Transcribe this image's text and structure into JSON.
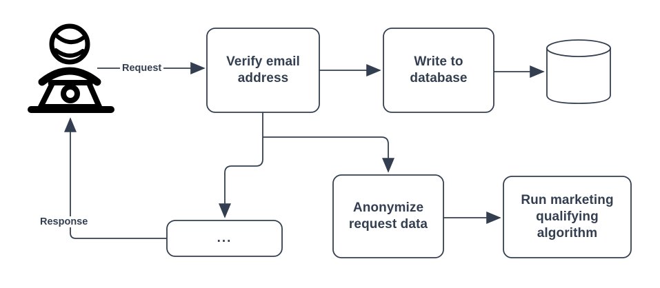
{
  "diagram": {
    "type": "flowchart",
    "background_color": "#ffffff",
    "stroke_color": "#333f50",
    "text_color": "#333f50",
    "actor_color": "#000000",
    "nodes": [
      {
        "id": "user",
        "name": "user-actor",
        "shape": "actor-at-laptop-icon",
        "label": ""
      },
      {
        "id": "verify",
        "name": "verify-email-address-node",
        "shape": "rounded-rectangle",
        "label": "Verify email\naddress"
      },
      {
        "id": "write",
        "name": "write-to-database-node",
        "shape": "rounded-rectangle",
        "label": "Write to\ndatabase"
      },
      {
        "id": "database",
        "name": "database-cylinder",
        "shape": "cylinder",
        "label": ""
      },
      {
        "id": "ellipsis",
        "name": "ellipsis-node",
        "shape": "rounded-rectangle",
        "label": "..."
      },
      {
        "id": "anonymize",
        "name": "anonymize-request-data-node",
        "shape": "rounded-rectangle",
        "label": "Anonymize\nrequest data"
      },
      {
        "id": "marketing",
        "name": "run-marketing-qualifying-algorithm-node",
        "shape": "rounded-rectangle",
        "label": "Run marketing\nqualifying\nalgorithm"
      }
    ],
    "edges": [
      {
        "id": "e-request",
        "name": "edge-user-to-verify",
        "from": "user",
        "to": "verify",
        "label": "Request"
      },
      {
        "id": "e-write",
        "name": "edge-verify-to-write",
        "from": "verify",
        "to": "write",
        "label": ""
      },
      {
        "id": "e-db",
        "name": "edge-write-to-database",
        "from": "write",
        "to": "database",
        "label": ""
      },
      {
        "id": "e-anon",
        "name": "edge-verify-to-anonymize",
        "from": "verify",
        "to": "anonymize",
        "label": ""
      },
      {
        "id": "e-ellipsis",
        "name": "edge-verify-to-ellipsis",
        "from": "verify",
        "to": "ellipsis",
        "label": ""
      },
      {
        "id": "e-mkt",
        "name": "edge-anonymize-to-marketing",
        "from": "anonymize",
        "to": "marketing",
        "label": ""
      },
      {
        "id": "e-response",
        "name": "edge-ellipsis-to-user",
        "from": "ellipsis",
        "to": "user",
        "label": "Response"
      }
    ]
  }
}
